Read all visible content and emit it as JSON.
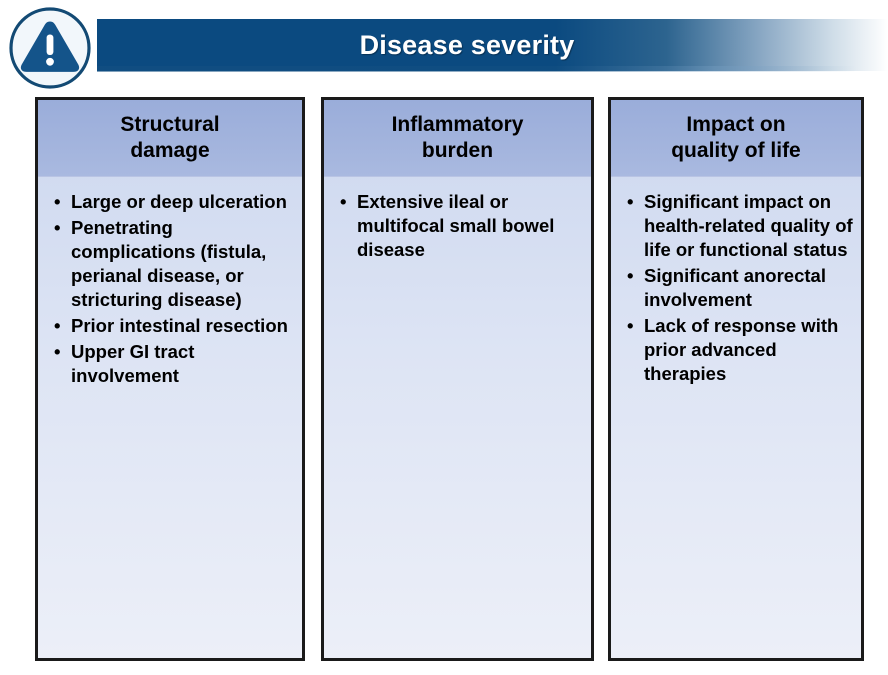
{
  "banner": {
    "title": "Disease severity",
    "icon": "warning-triangle-icon",
    "bar_color": "#0b4a80",
    "title_color": "#ffffff"
  },
  "columns": [
    {
      "header": "Structural\ndamage",
      "header_color": "#a3b4dd",
      "items": [
        "Large or deep ulceration",
        "Penetrating complications (fistula, perianal disease, or stricturing disease)",
        "Prior intestinal resection",
        "Upper GI tract involvement"
      ]
    },
    {
      "header": "Inflammatory\nburden",
      "header_color": "#a3b4dd",
      "items": [
        "Extensive ileal or multifocal small bowel disease"
      ]
    },
    {
      "header": "Impact on\nquality of life",
      "header_color": "#a3b4dd",
      "items": [
        "Significant impact on health-related quality of life or functional status",
        "Significant anorectal involvement",
        "Lack of response with prior advanced therapies"
      ]
    }
  ],
  "bullet_glyph": "•"
}
